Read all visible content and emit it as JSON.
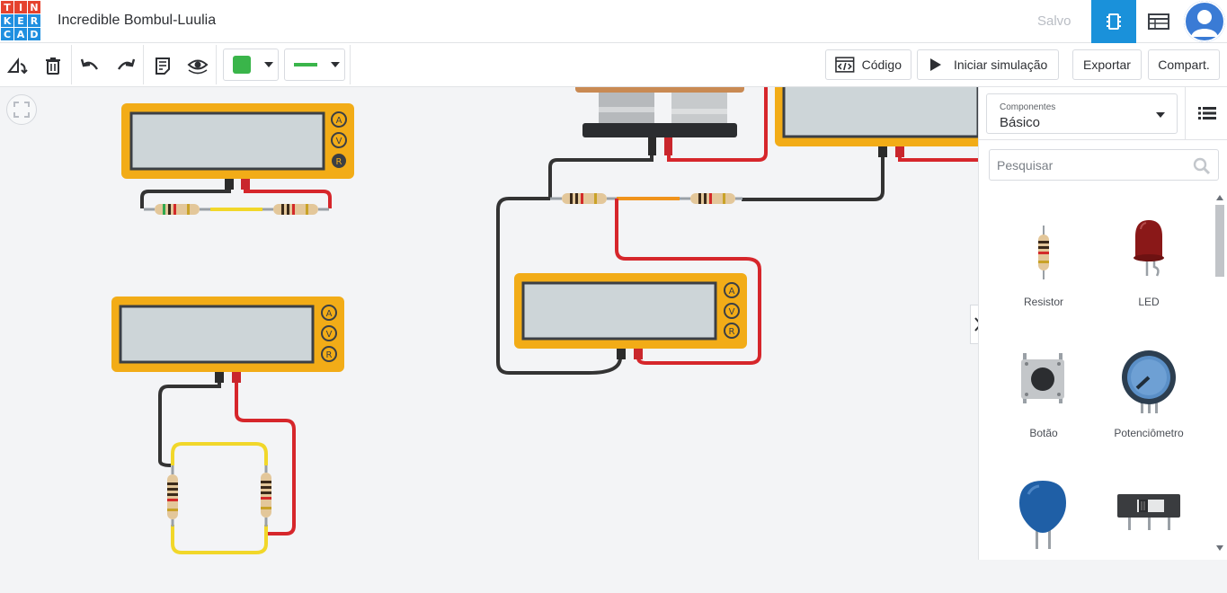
{
  "app": {
    "logo_letters": [
      "T",
      "I",
      "N",
      "K",
      "E",
      "R",
      "C",
      "A",
      "D"
    ],
    "logo_colors": [
      "#e5432e",
      "#e5432e",
      "#e5432e",
      "#1f8fe0",
      "#1f8fe0",
      "#1f8fe0",
      "#1f8fe0",
      "#1f8fe0",
      "#1f8fe0"
    ],
    "title": "Incredible Bombul-Luulia",
    "save_status": "Salvo",
    "accent": "#1a91da"
  },
  "toolbar": {
    "code_label": "Código",
    "sim_label": "Iniciar simulação",
    "export_label": "Exportar",
    "share_label": "Compart.",
    "fill_color": "#3ab54a",
    "wire_color": "#3ab54a"
  },
  "panel": {
    "select_label": "Componentes",
    "select_value": "Básico",
    "search_placeholder": "Pesquisar",
    "components": [
      "Resistor",
      "LED",
      "Botão",
      "Potenciômetro",
      "",
      ""
    ]
  },
  "meter": {
    "mode_a": "A",
    "mode_v": "V",
    "mode_r": "R"
  }
}
